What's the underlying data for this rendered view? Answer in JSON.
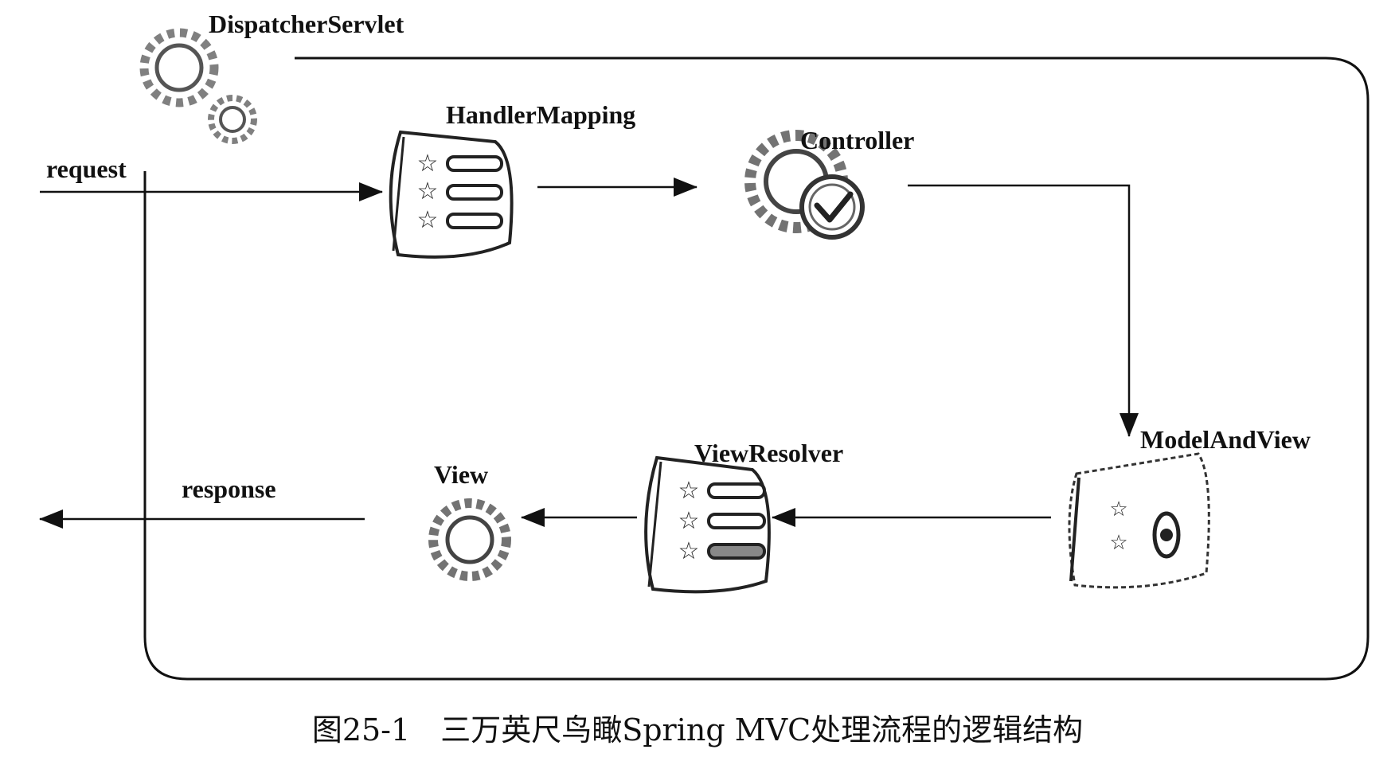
{
  "components": {
    "dispatcher_servlet": "DispatcherServlet",
    "handler_mapping": "HandlerMapping",
    "controller": "Controller",
    "model_and_view": "ModelAndView",
    "view_resolver": "ViewResolver",
    "view": "View"
  },
  "flows": {
    "request": "request",
    "response": "response"
  },
  "caption": {
    "number": "图25-1",
    "text": "三万英尺鸟瞰Spring MVC处理流程的逻辑结构"
  }
}
